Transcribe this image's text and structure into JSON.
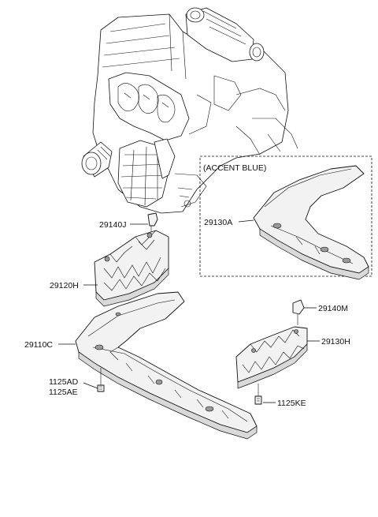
{
  "variant_box_title": "(ACCENT BLUE)",
  "labels": {
    "p29140J": "29140J",
    "p29120H": "29120H",
    "p29110C": "29110C",
    "p1125AD": "1125AD",
    "p1125AE": "1125AE",
    "p29130A": "29130A",
    "p29140M": "29140M",
    "p29130H": "29130H",
    "p1125KE": "1125KE"
  }
}
